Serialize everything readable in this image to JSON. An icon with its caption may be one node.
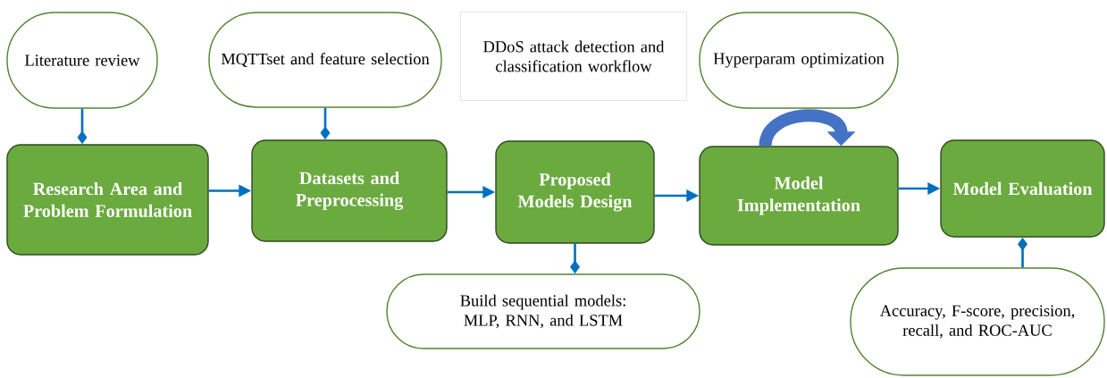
{
  "diagram": {
    "title": "DDoS attack detection and classification workflow",
    "nodes": [
      {
        "text": [
          "Literature review"
        ]
      },
      {
        "text": [
          "MQTTset and feature selection"
        ]
      },
      {
        "text": [
          "Hyperparam optimization"
        ]
      },
      {
        "text": [
          "Research Area and Problem Formulation"
        ]
      },
      {
        "text": [
          "Datasets and Preprocessing"
        ]
      },
      {
        "text": [
          "Proposed Models Design"
        ]
      },
      {
        "text": [
          "Model Implementation"
        ]
      },
      {
        "text": [
          "Model Evaluation"
        ]
      },
      {
        "text": [
          "Build sequential models: MLP, RNN, and LSTM"
        ]
      },
      {
        "text": [
          "Accuracy, F-score, precision, recall, and ROC-AUC"
        ]
      }
    ],
    "edges": [
      {
        "from": 0,
        "to": 3,
        "arrow": "other"
      },
      {
        "from": 1,
        "to": 4,
        "arrow": "other"
      },
      {
        "from": 3,
        "to": 4,
        "arrow": "to"
      },
      {
        "from": 4,
        "to": 5,
        "arrow": "to"
      },
      {
        "from": 5,
        "to": 6,
        "arrow": "to"
      },
      {
        "from": 6,
        "to": 6,
        "arrow": "to",
        "style": "thick",
        "color": "#4472c4"
      },
      {
        "from": 6,
        "to": 7,
        "arrow": "to"
      },
      {
        "from": 5,
        "to": 8,
        "arrow": "other"
      },
      {
        "from": 9,
        "to": 7,
        "arrow": "other"
      }
    ]
  }
}
